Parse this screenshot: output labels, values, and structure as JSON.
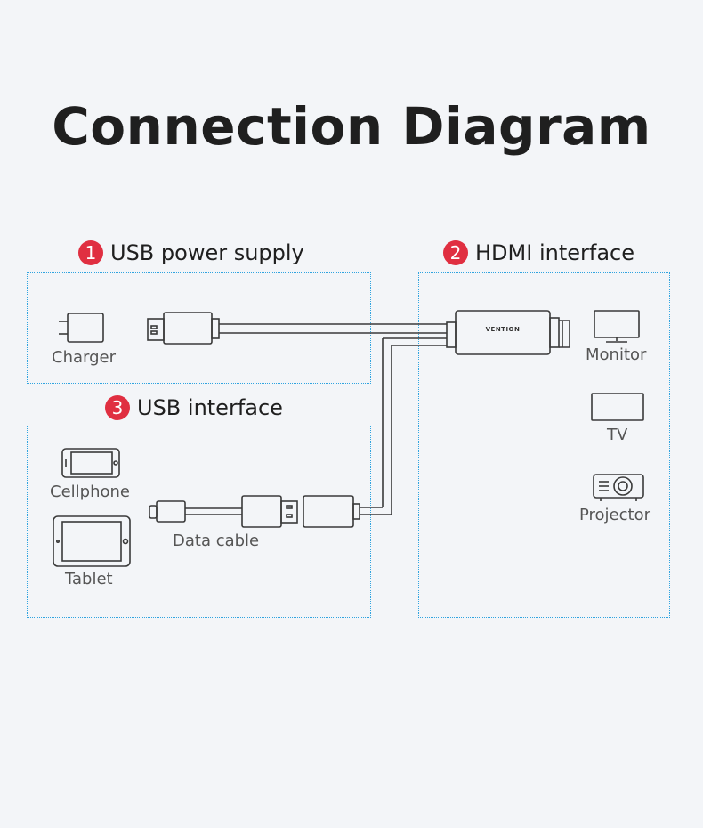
{
  "title": "Connection Diagram",
  "sections": {
    "usb_power": {
      "number": "1",
      "label": "USB power supply"
    },
    "hdmi": {
      "number": "2",
      "label": "HDMI interface"
    },
    "usb_interface": {
      "number": "3",
      "label": "USB interface"
    }
  },
  "devices": {
    "charger": "Charger",
    "monitor": "Monitor",
    "tv": "TV",
    "projector": "Projector",
    "cellphone": "Cellphone",
    "tablet": "Tablet",
    "data_cable": "Data cable"
  },
  "brand": "VENTION",
  "colors": {
    "accent": "#e02f41",
    "box_border": "#2fa4e0",
    "line": "#333333",
    "background": "#f3f5f8"
  },
  "icons": [
    "charger-icon",
    "usb-a-plug-icon",
    "hdmi-adapter-icon",
    "monitor-icon",
    "tv-icon",
    "projector-icon",
    "cellphone-icon",
    "tablet-icon",
    "micro-usb-plug-icon",
    "usb-a-female-icon"
  ]
}
